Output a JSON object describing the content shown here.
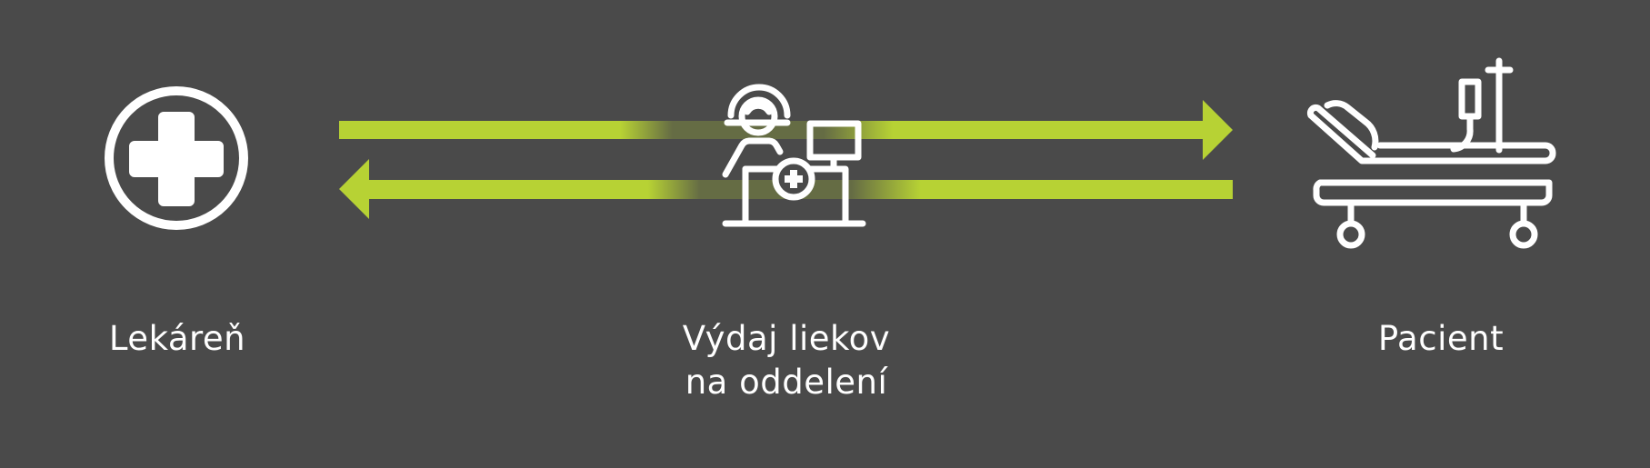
{
  "nodes": {
    "pharmacy": {
      "label": "Lekáreň",
      "icon": "pharmacy-cross-icon"
    },
    "dispensing": {
      "label_line1": "Výdaj liekov",
      "label_line2": "na oddelení",
      "icon": "nurse-desk-icon"
    },
    "patient": {
      "label": "Pacient",
      "icon": "hospital-bed-icon"
    }
  },
  "flows": [
    {
      "from": "Lekáreň",
      "to": "Pacient",
      "direction": "right"
    },
    {
      "from": "Pacient",
      "to": "Lekáreň",
      "direction": "left"
    }
  ],
  "colors": {
    "background": "#4a4a4a",
    "arrow": "#b7d234",
    "icon": "#ffffff",
    "text": "#ffffff"
  }
}
